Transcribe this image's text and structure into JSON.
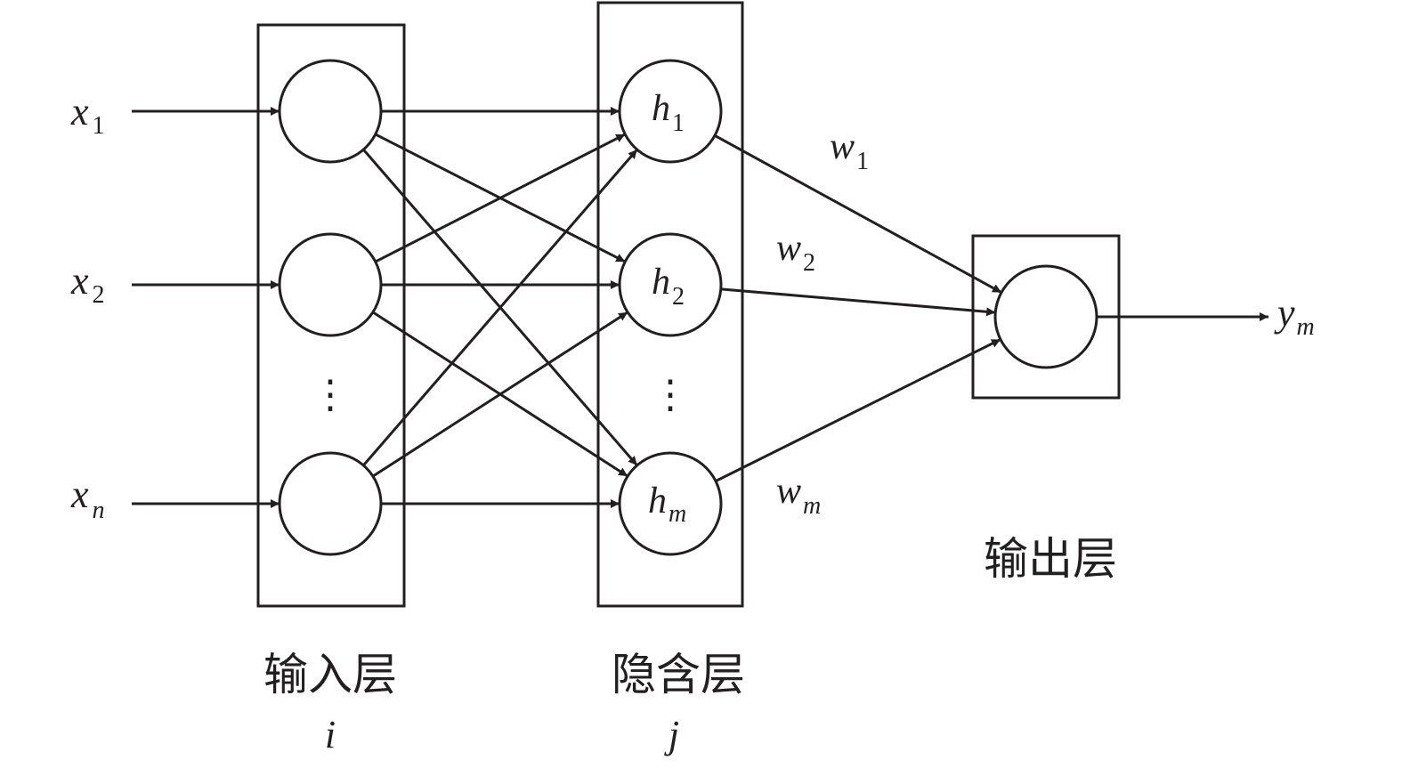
{
  "colors": {
    "stroke": "#231f20",
    "background": "#ffffff"
  },
  "inputs": [
    {
      "var": "x",
      "sub": "1"
    },
    {
      "var": "x",
      "sub": "2"
    },
    {
      "var": "x",
      "sub": "n"
    }
  ],
  "hidden_nodes": [
    {
      "var": "h",
      "sub": "1"
    },
    {
      "var": "h",
      "sub": "2"
    },
    {
      "var": "h",
      "sub": "m"
    }
  ],
  "weights": [
    {
      "var": "w",
      "sub": "1"
    },
    {
      "var": "w",
      "sub": "2"
    },
    {
      "var": "w",
      "sub": "m"
    }
  ],
  "output": {
    "var": "y",
    "sub": "m"
  },
  "layers": {
    "input": {
      "label": "输入层",
      "index": "i"
    },
    "hidden": {
      "label": "隐含层",
      "index": "j"
    },
    "output": {
      "label": "输出层"
    }
  },
  "ellipsis": "⋮"
}
